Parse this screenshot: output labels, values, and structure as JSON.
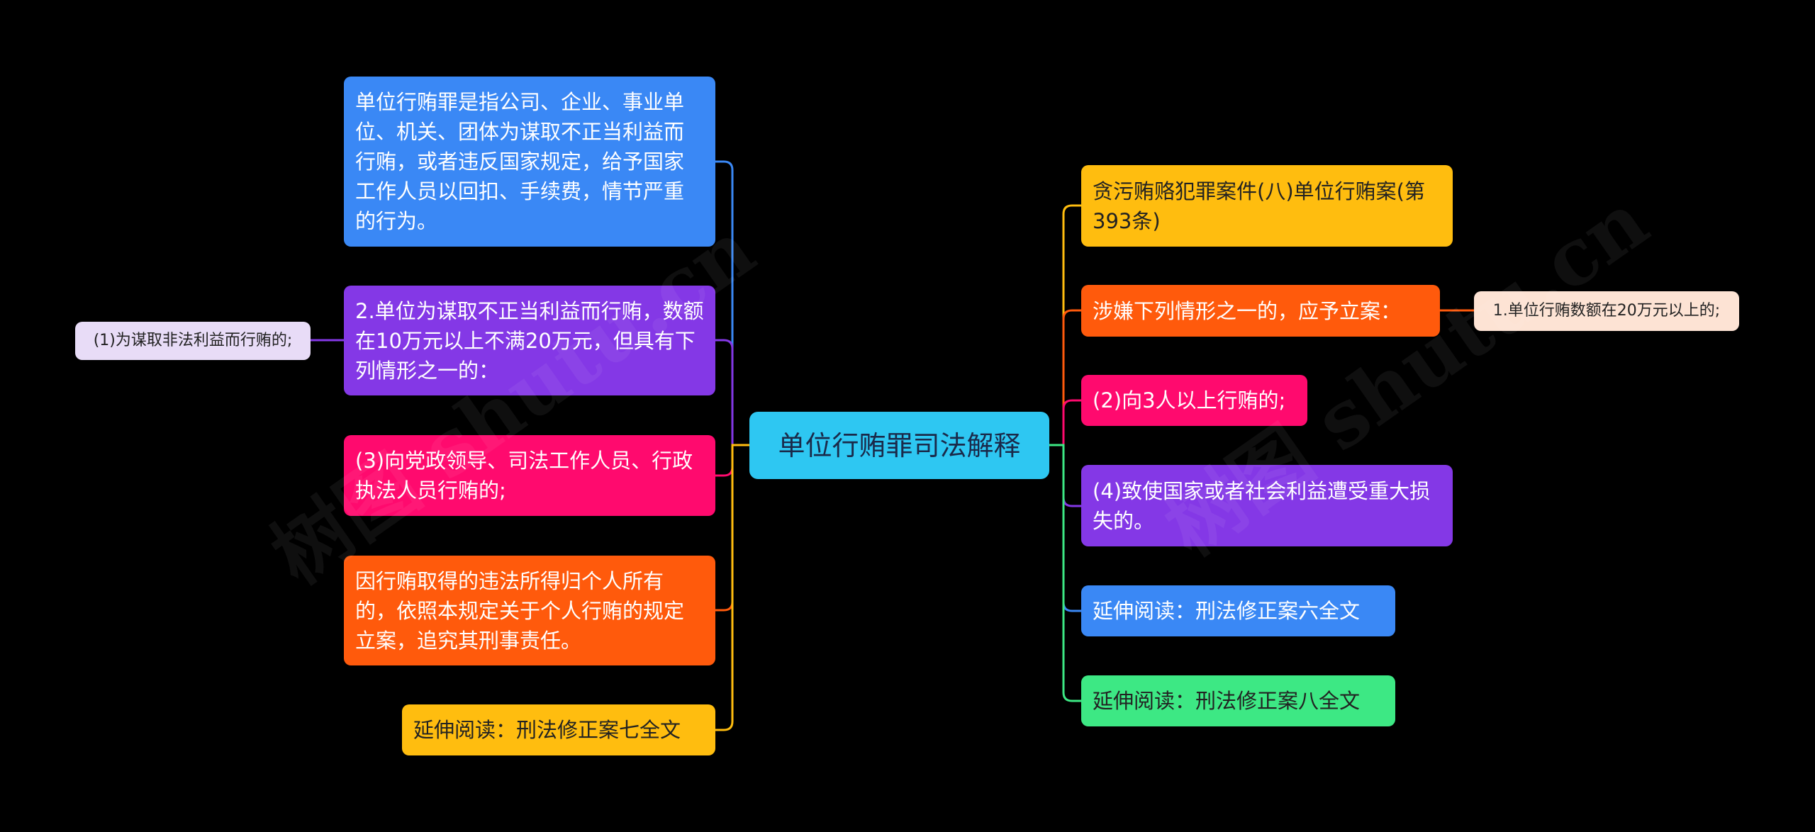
{
  "watermark": "树图 shutu.cn",
  "center": {
    "label": "单位行贿罪司法解释",
    "color": "#2ec7f2"
  },
  "left": [
    {
      "label": "单位行贿罪是指公司、企业、事业单位、机关、团体为谋取不正当利益而行贿，或者违反国家规定，给予国家工作人员以回扣、手续费，情节严重的行为。",
      "color": "#3a88f5"
    },
    {
      "label": "2.单位为谋取不正当利益而行贿，数额在10万元以上不满20万元，但具有下列情形之一的：",
      "color": "#8438e6",
      "child": {
        "label": "(1)为谋取非法利益而行贿的;",
        "color": "#e8dcf7"
      }
    },
    {
      "label": "(3)向党政领导、司法工作人员、行政执法人员行贿的;",
      "color": "#ff0a6e"
    },
    {
      "label": "因行贿取得的违法所得归个人所有的，依照本规定关于个人行贿的规定立案，追究其刑事责任。",
      "color": "#ff5a0c"
    },
    {
      "label": "延伸阅读：刑法修正案七全文",
      "color": "#ffbd0f"
    }
  ],
  "right": [
    {
      "label": "贪污贿赂犯罪案件(八)单位行贿案(第393条)",
      "color": "#ffbd0f"
    },
    {
      "label": "涉嫌下列情形之一的，应予立案：",
      "color": "#ff5a0c",
      "child": {
        "label": "1.单位行贿数额在20万元以上的;",
        "color": "#fde3d4"
      }
    },
    {
      "label": "(2)向3人以上行贿的;",
      "color": "#ff0a6e"
    },
    {
      "label": "(4)致使国家或者社会利益遭受重大损失的。",
      "color": "#8438e6"
    },
    {
      "label": "延伸阅读：刑法修正案六全文",
      "color": "#3a88f5"
    },
    {
      "label": "延伸阅读：刑法修正案八全文",
      "color": "#3de884"
    }
  ]
}
